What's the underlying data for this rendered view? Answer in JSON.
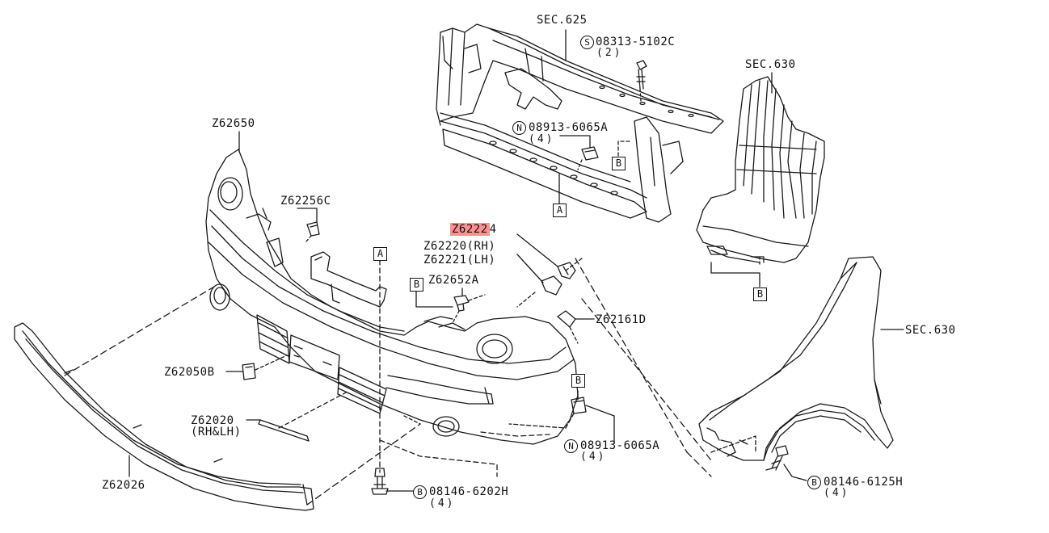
{
  "colors": {
    "line": "#1a1a1a",
    "highlight": "#ff6b6b",
    "background": "#ffffff"
  },
  "labels": {
    "sec625": "SEC.625",
    "sec630_top": "SEC.630",
    "sec630_side": "SEC.630",
    "bolt_top": "08313-5102C",
    "bolt_top_qty": "(2)",
    "nut_top": "08913-6065A",
    "nut_top_qty": "(4)",
    "z62650": "Z62650",
    "z62256c": "Z62256C",
    "z62222_highlight": "Z6222",
    "z62222_tail": "4",
    "z62220": "Z62220(RH)",
    "z62221": "Z62221(LH)",
    "z62652a": "Z62652A",
    "z62161d": "Z62161D",
    "z62050b": "Z62050B",
    "z62020": "Z62020",
    "z62020_sub": "(RH&LH)",
    "z62026": "Z62026",
    "nut_bottom": "08913-6065A",
    "nut_bottom_qty": "(4)",
    "bolt_bottom": "08146-6202H",
    "bolt_bottom_qty": "(4)",
    "bolt_fender": "08146-6125H",
    "bolt_fender_qty": "(4)"
  },
  "markers": {
    "A": "A",
    "B": "B",
    "S": "S",
    "N": "N",
    "Bc": "B"
  }
}
